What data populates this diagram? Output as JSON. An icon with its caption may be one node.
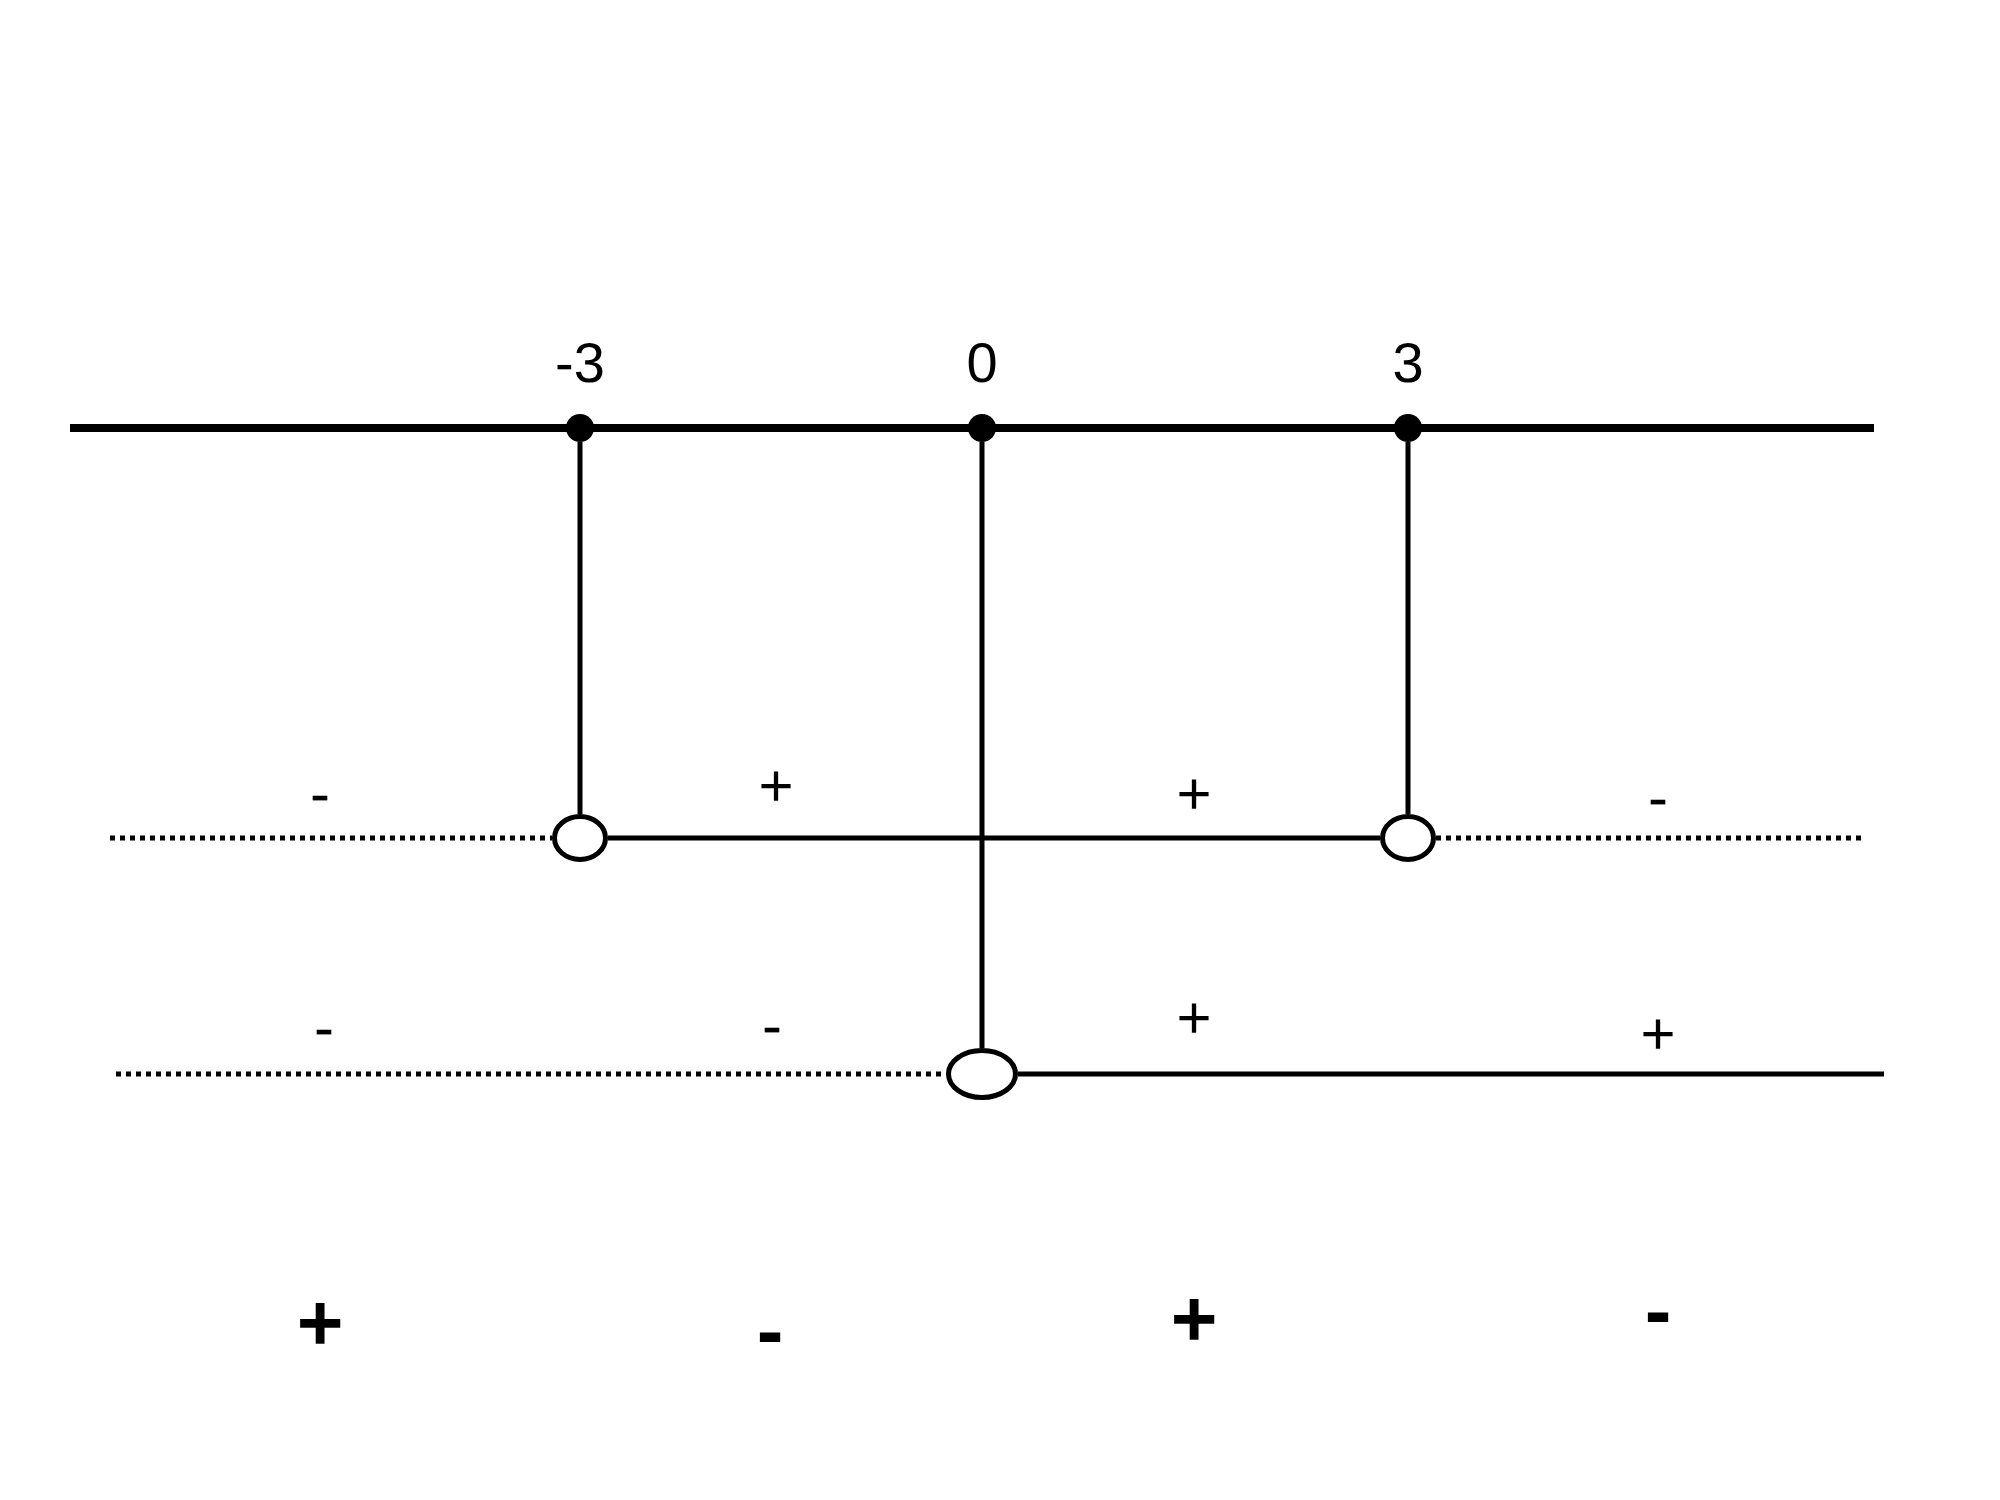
{
  "diagram": {
    "nodes": [
      {
        "text": [
          "-3"
        ]
      },
      {
        "text": [
          "0"
        ]
      },
      {
        "text": [
          "3"
        ]
      },
      {
        "text": [],
        "shape": "circle"
      },
      {
        "text": [],
        "shape": "circle"
      },
      {
        "text": [],
        "shape": "circle"
      }
    ],
    "edges": [
      {
        "from": 0,
        "to": 3,
        "arrow": "none"
      },
      {
        "from": 1,
        "to": 5,
        "arrow": "none"
      },
      {
        "from": 2,
        "to": 4,
        "arrow": "none"
      },
      {
        "from": 3,
        "to": 4,
        "arrow": "none"
      },
      {
        "from": null,
        "to": 3,
        "arrow": "none",
        "style": "dashed"
      },
      {
        "from": 4,
        "to": null,
        "arrow": "none",
        "style": "dashed"
      },
      {
        "from": null,
        "to": 5,
        "arrow": "none",
        "style": "dashed"
      },
      {
        "from": 5,
        "to": null,
        "arrow": "none"
      }
    ],
    "labels": [
      "-",
      "+",
      "+",
      "-",
      "-",
      "-",
      "+",
      "+",
      "+",
      "-",
      "+",
      "-"
    ]
  }
}
